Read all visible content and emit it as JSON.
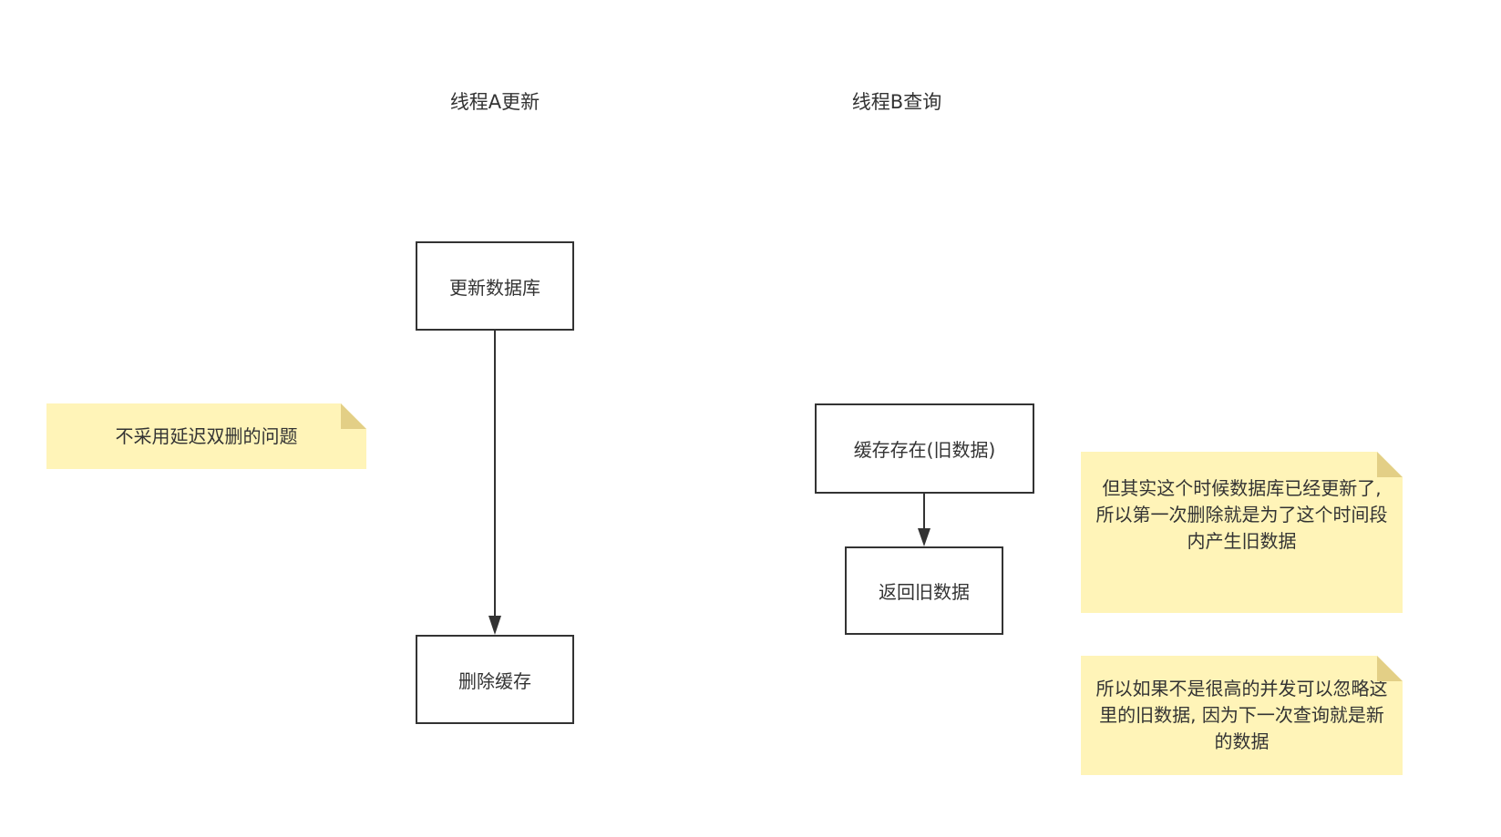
{
  "titles": {
    "thread_a": "线程A更新",
    "thread_b": "线程B查询"
  },
  "nodes": {
    "update_db": "更新数据库",
    "delete_cache": "删除缓存",
    "cache_exists": "缓存存在(旧数据)",
    "return_old": "返回旧数据"
  },
  "notes": {
    "problem": "不采用延迟双删的问题",
    "explanation": "但其实这个时候数据库已经更新了, 所以第一次删除就是为了这个时间段内产生旧数据",
    "conclusion": "所以如果不是很高的并发可以忽略这里的旧数据, 因为下一次查询就是新的数据"
  },
  "colors": {
    "note_bg": "#fff4b8",
    "note_fold": "#e3cf86",
    "stroke": "#333333"
  }
}
